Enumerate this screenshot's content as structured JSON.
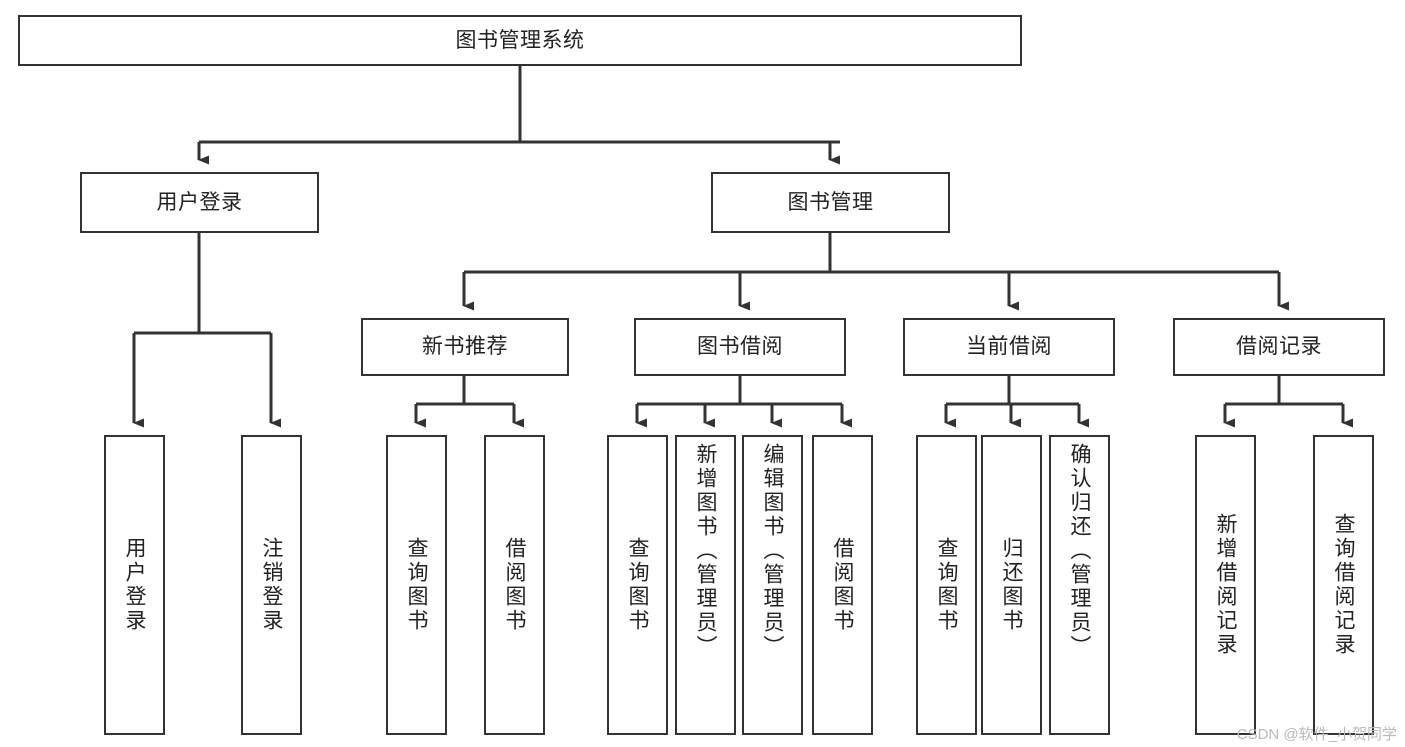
{
  "diagram": {
    "type": "hierarchy-tree",
    "title": "图书管理系统",
    "root": {
      "id": "root",
      "label": "图书管理系统"
    },
    "level2": [
      {
        "id": "user-login",
        "label": "用户登录"
      },
      {
        "id": "book-manage",
        "label": "图书管理"
      }
    ],
    "level3": [
      {
        "id": "new-book-recommend",
        "label": "新书推荐"
      },
      {
        "id": "book-borrow",
        "label": "图书借阅"
      },
      {
        "id": "current-borrow",
        "label": "当前借阅"
      },
      {
        "id": "borrow-record",
        "label": "借阅记录"
      }
    ],
    "leaves": {
      "user_login": [
        {
          "id": "leaf-user-login",
          "label": "用户登录"
        },
        {
          "id": "leaf-logout-login",
          "label": "注销登录"
        }
      ],
      "new_book_recommend": [
        {
          "id": "leaf-query-book-1",
          "label": "查询图书"
        },
        {
          "id": "leaf-borrow-book-1",
          "label": "借阅图书"
        }
      ],
      "book_borrow": [
        {
          "id": "leaf-query-book-2",
          "label": "查询图书"
        },
        {
          "id": "leaf-add-book",
          "label": "新增图书（管理员）"
        },
        {
          "id": "leaf-edit-book",
          "label": "编辑图书（管理员）"
        },
        {
          "id": "leaf-borrow-book-2",
          "label": "借阅图书"
        }
      ],
      "current_borrow": [
        {
          "id": "leaf-query-book-3",
          "label": "查询图书"
        },
        {
          "id": "leaf-return-book",
          "label": "归还图书"
        },
        {
          "id": "leaf-confirm-return",
          "label": "确认归还（管理员）"
        }
      ],
      "borrow_record": [
        {
          "id": "leaf-add-record",
          "label": "新增借阅记录"
        },
        {
          "id": "leaf-query-record",
          "label": "查询借阅记录"
        }
      ]
    }
  },
  "watermark": {
    "text": "CSDN @软件_小贺同学"
  },
  "colors": {
    "stroke": "#333333",
    "box_fill": "#ffffff",
    "text": "#222222",
    "background": "#ffffff",
    "watermark": "#b9b9b9"
  }
}
